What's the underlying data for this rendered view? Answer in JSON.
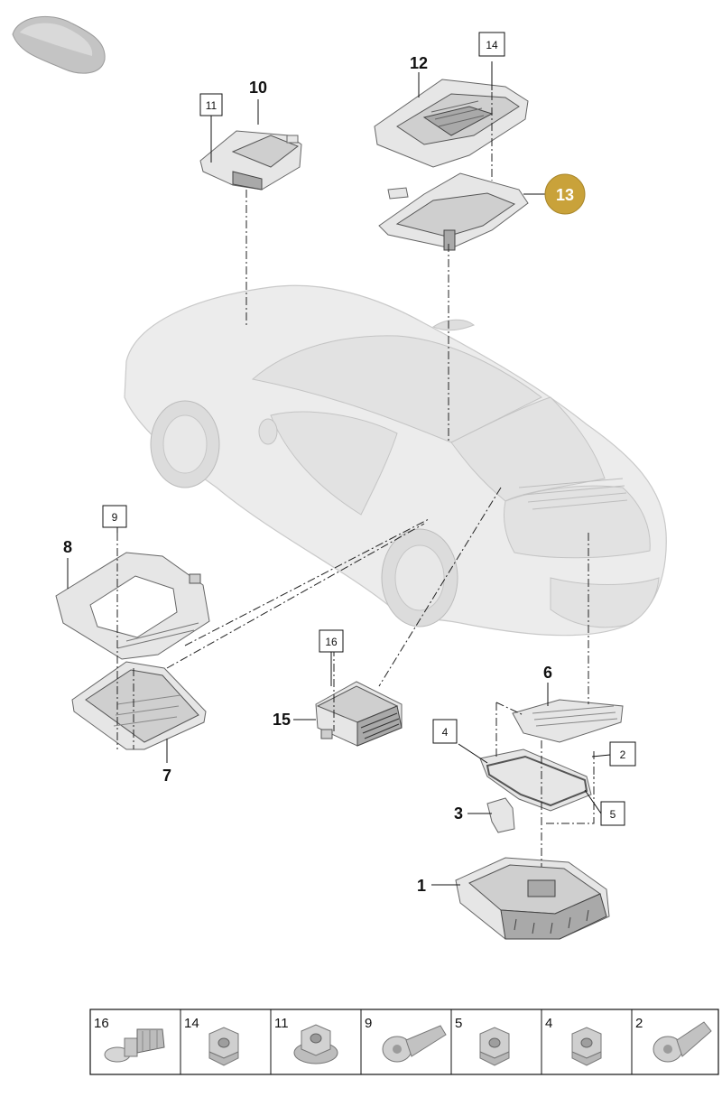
{
  "colors": {
    "highlight_badge": "#C9A23A",
    "part_fill": "#CFCFCF",
    "car_fill": "#ECECEC",
    "line": "#111111"
  },
  "icons": {
    "top_left": "car-silhouette-icon"
  },
  "callouts": {
    "p1": "1",
    "p2": "2",
    "p3": "3",
    "p4": "4",
    "p5": "5",
    "p6": "6",
    "p7": "7",
    "p8": "8",
    "p9": "9",
    "p10": "10",
    "p11": "11",
    "p12": "12",
    "p13": "13",
    "p14": "14",
    "p15": "15",
    "p16": "16"
  },
  "fastener_strip": [
    {
      "label": "16",
      "icon": "push-rivet-icon"
    },
    {
      "label": "14",
      "icon": "hex-nut-icon"
    },
    {
      "label": "11",
      "icon": "flange-nut-icon"
    },
    {
      "label": "9",
      "icon": "screw-icon"
    },
    {
      "label": "5",
      "icon": "hex-nut-icon"
    },
    {
      "label": "4",
      "icon": "hex-nut-icon"
    },
    {
      "label": "2",
      "icon": "screw-icon"
    }
  ]
}
